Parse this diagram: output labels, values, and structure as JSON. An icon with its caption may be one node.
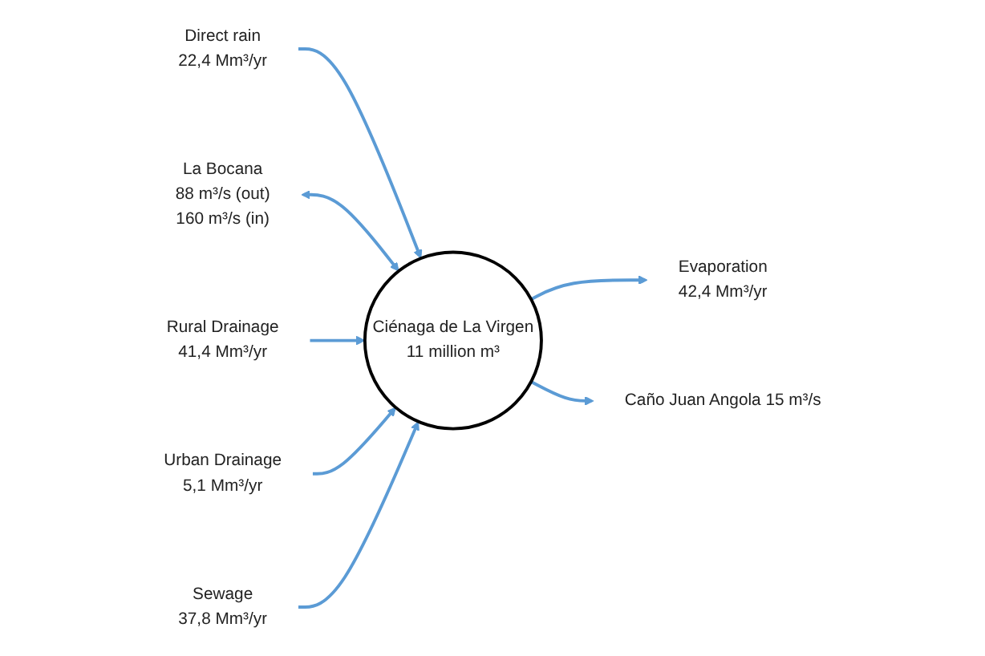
{
  "diagram": {
    "nodes": [
      {
        "text": [
          "Ciénaga de La Virgen",
          "11 million m³"
        ]
      },
      {
        "text": [
          "Evaporation",
          "42,4 Mm³/yr"
        ]
      },
      {
        "text": [
          "Direct rain",
          "22,4 Mm³/yr"
        ]
      },
      {
        "text": [
          "La Bocana",
          "88 m³/s (out)",
          "160 m³/s (in)"
        ]
      },
      {
        "text": [
          "Rural Drainage",
          "41,4 Mm³/yr"
        ]
      },
      {
        "text": [
          "Caño Juan Angola 15 m³/s"
        ]
      },
      {
        "text": [
          "Urban Drainage",
          "5,1 Mm³/yr"
        ]
      },
      {
        "text": [
          "Sewage",
          "37,8 Mm³/yr"
        ]
      }
    ],
    "edges": [
      {
        "from": 0,
        "to": 1,
        "arrow": "to"
      },
      {
        "from": 2,
        "to": 0,
        "arrow": "to"
      },
      {
        "from": 3,
        "to": 0,
        "arrow": "both"
      },
      {
        "from": 4,
        "to": 0,
        "arrow": "to"
      },
      {
        "from": 0,
        "to": 5,
        "arrow": "to"
      },
      {
        "from": 6,
        "to": 0,
        "arrow": "to"
      },
      {
        "from": 7,
        "to": 0,
        "arrow": "to"
      }
    ]
  }
}
